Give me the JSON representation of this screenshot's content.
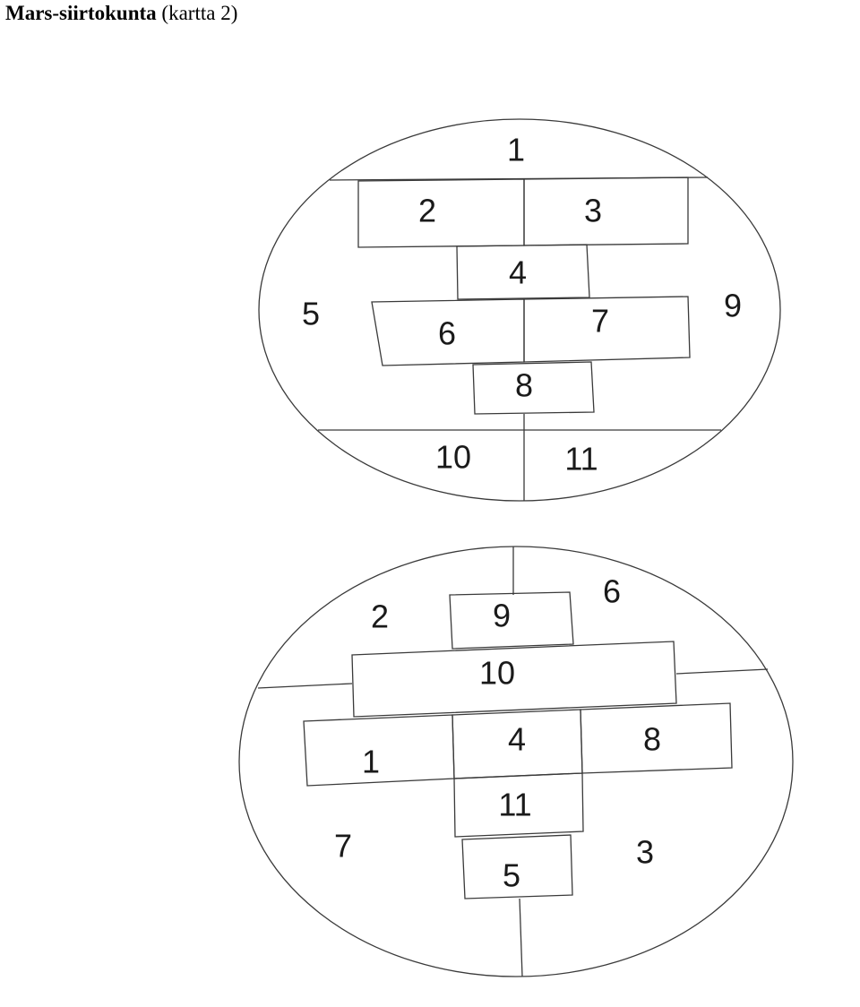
{
  "title": {
    "bold": "Mars-siirtokunta",
    "rest": " (kartta 2)"
  },
  "map1": {
    "labels": [
      "1",
      "2",
      "3",
      "4",
      "5",
      "6",
      "7",
      "8",
      "9",
      "10",
      "11"
    ]
  },
  "map2": {
    "labels": [
      "2",
      "9",
      "6",
      "10",
      "1",
      "4",
      "8",
      "11",
      "7",
      "3",
      "5"
    ]
  }
}
